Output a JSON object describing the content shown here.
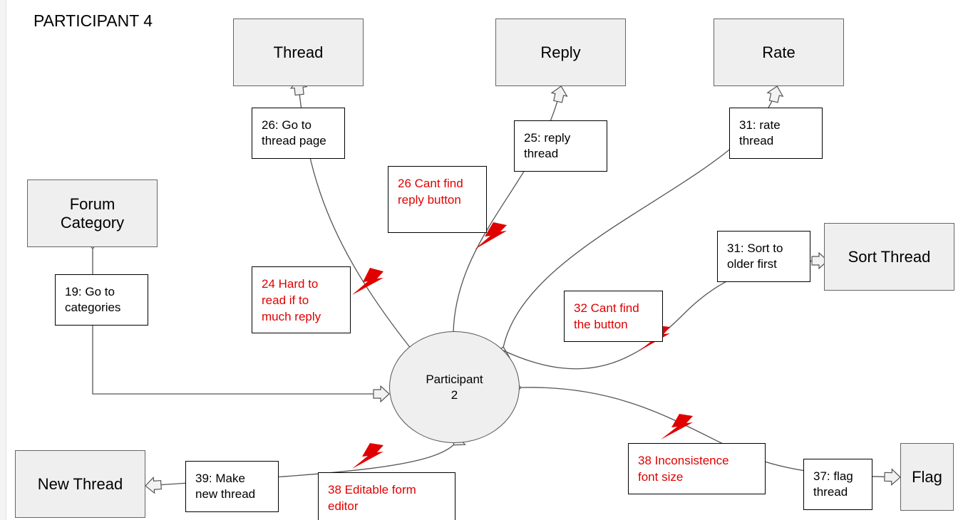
{
  "title": "PARTICIPANT 4",
  "participant": {
    "label": "Participant\n2"
  },
  "screens": {
    "thread": "Thread",
    "reply": "Reply",
    "rate": "Rate",
    "forum_category": "Forum\nCategory",
    "sort_thread": "Sort Thread",
    "new_thread": "New Thread",
    "flag": "Flag"
  },
  "actions": {
    "go_thread": "26: Go to\nthread page",
    "reply_thread": "25: reply\nthread",
    "rate_thread": "31: rate\nthread",
    "go_categories": "19: Go to\ncategories",
    "sort_older": "31: Sort to\nolder first",
    "make_thread": "39: Make\nnew thread",
    "flag_thread": "37: flag\nthread"
  },
  "issues": {
    "cant_find_reply": "26 Cant find\nreply button",
    "hard_to_read": "24 Hard to\nread if to\nmuch reply",
    "cant_find_button": "32 Cant find\nthe button",
    "inconsistence_font": "38 Inconsistence\nfont size",
    "editable_form": "38 Editable form\neditor"
  },
  "colors": {
    "issue_text": "#e00000",
    "lightning": "#e00000",
    "box_fill": "#efefef",
    "connector": "#555555"
  }
}
